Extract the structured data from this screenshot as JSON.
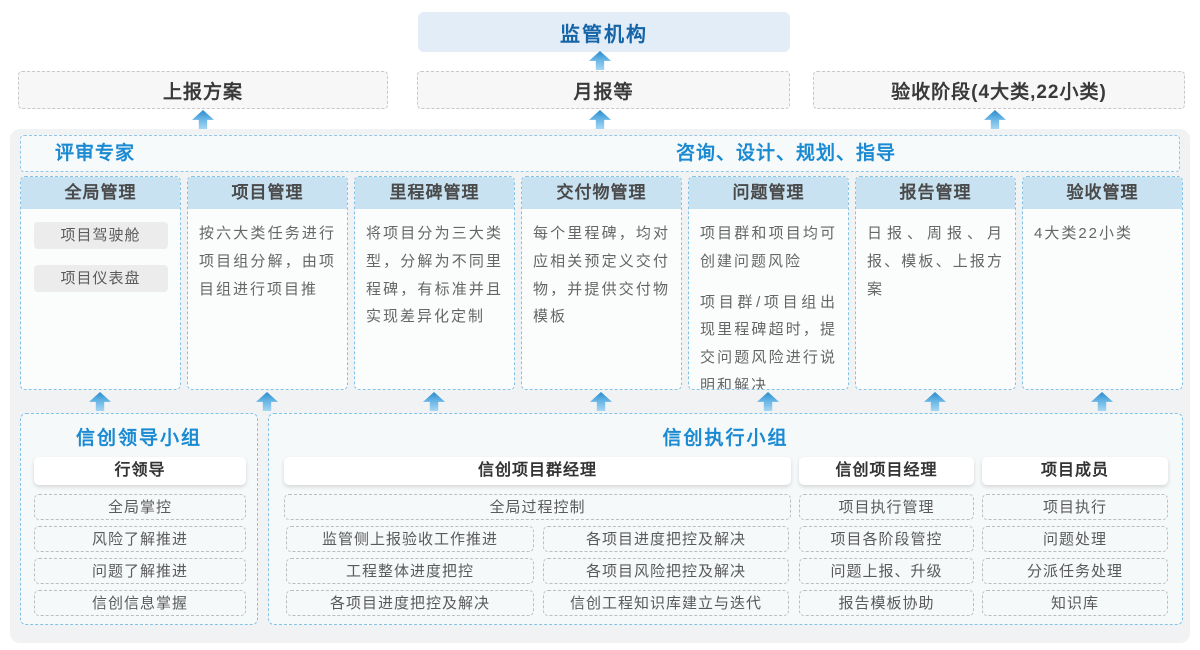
{
  "top": {
    "regulator_label": "监管机构"
  },
  "row2": {
    "items": [
      {
        "label": "上报方案"
      },
      {
        "label": "月报等"
      },
      {
        "label": "验收阶段(4大类,22小类)"
      }
    ]
  },
  "platform": {
    "expert_label": "评审专家",
    "advisory_label": "咨询、设计、规划、指导",
    "columns": [
      {
        "title": "全局管理",
        "pills": [
          "项目驾驶舱",
          "项目仪表盘"
        ]
      },
      {
        "title": "项目管理",
        "text": "按六大类任务进行项目组分解，由项目组进行项目推"
      },
      {
        "title": "里程碑管理",
        "text": "将项目分为三大类型，分解为不同里程碑，有标准并且实现差异化定制"
      },
      {
        "title": "交付物管理",
        "text": "每个里程碑，均对应相关预定义交付物，并提供交付物模板"
      },
      {
        "title": "问题管理",
        "paragraphs": [
          "项目群和项目均可创建问题风险",
          "项目群/项目组出现里程碑超时，提交问题风险进行说明和解决"
        ]
      },
      {
        "title": "报告管理",
        "text": "日报、周报、月报、模板、上报方案"
      },
      {
        "title": "验收管理",
        "text": "4大类22小类"
      }
    ]
  },
  "groups": {
    "leadership": {
      "title": "信创领导小组",
      "role": "行领导",
      "items": [
        "全局掌控",
        "风险了解推进",
        "问题了解推进",
        "信创信息掌握"
      ]
    },
    "execution": {
      "title": "信创执行小组",
      "program_manager": {
        "role": "信创项目群经理",
        "full_item": "全局过程控制",
        "left_items": [
          "监管侧上报验收工作推进",
          "工程整体进度把控",
          "各项目进度把控及解决"
        ],
        "right_items": [
          "各项目进度把控及解决",
          "各项目风险把控及解决",
          "信创工程知识库建立与迭代"
        ]
      },
      "project_manager": {
        "role": "信创项目经理",
        "items": [
          "项目执行管理",
          "项目各阶段管控",
          "问题上报、升级",
          "报告模板协助"
        ]
      },
      "member": {
        "role": "项目成员",
        "items": [
          "项目执行",
          "问题处理",
          "分派任务处理",
          "知识库"
        ]
      }
    }
  },
  "colors": {
    "accent_blue": "#1a8ad2",
    "deep_blue": "#1565a8",
    "regulator_box_bg": "#e3edf7",
    "column_header_bg": "#c8e2f1",
    "dashed_blue_border": "#84c2e6",
    "platform_bg": "#f0f2f3",
    "arrow_blue": "#2a8bce"
  }
}
